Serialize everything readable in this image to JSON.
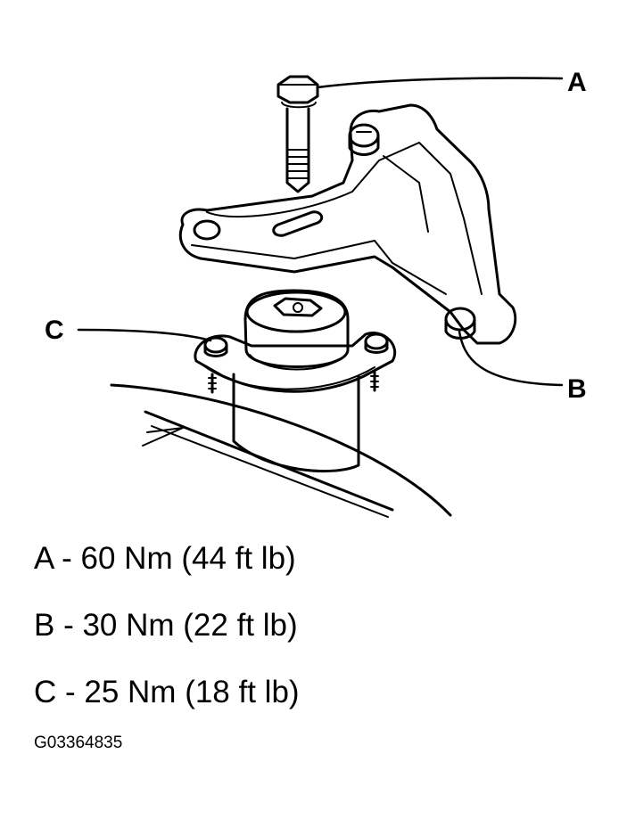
{
  "callouts": {
    "a": "A",
    "b": "B",
    "c": "C"
  },
  "torque_specs": [
    {
      "text": "A - 60 Nm (44 ft lb)"
    },
    {
      "text": "B - 30 Nm (22 ft lb)"
    },
    {
      "text": "C - 25 Nm (18 ft lb)"
    }
  ],
  "figure_id": "G03364835",
  "colors": {
    "line": "#000000",
    "background": "#ffffff"
  }
}
